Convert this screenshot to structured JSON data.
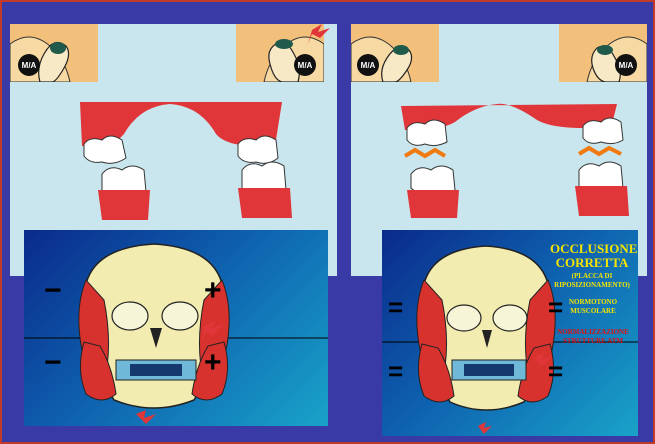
{
  "labels": {
    "jaw_label_left_a": "M/A",
    "jaw_label_left_b": "M/A",
    "jaw_label_right_a": "M/A",
    "jaw_label_right_b": "M/A"
  },
  "left_signs": {
    "top_left": "−",
    "top_right": "+",
    "bottom_left": "−",
    "bottom_right": "+"
  },
  "right_signs": {
    "top_left": "=",
    "top_right": "=",
    "bottom_left": "=",
    "bottom_right": "="
  },
  "right_text": {
    "title": "OCCLUSIONE CORRETTA",
    "subtitle": "(PLACCA DI RIPOSIZIONAMENTO)",
    "line1": "NORMOTONO MUSCOLARE",
    "line2": "NORMALIZZAZIONE STRUTTURE ATM"
  },
  "colors": {
    "frame": "#3a3aa6",
    "panel": "#c9e6ee",
    "gum": "#e0363a",
    "jaw_box": "#f2c07a",
    "highlight": "#f4e400",
    "arrow": "#e0363a",
    "orange_marks": "#f07a10"
  }
}
